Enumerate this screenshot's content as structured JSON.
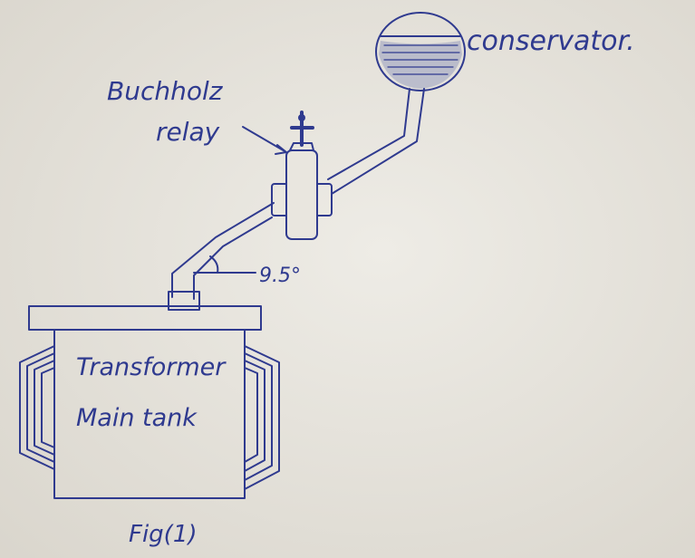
{
  "labels": {
    "conservator": "conservator.",
    "buchholz_line1": "Buchholz",
    "buchholz_line2": "relay",
    "angle": "9.5°",
    "tank_line1": "Transformer",
    "tank_line2": "Main tank",
    "figure": "Fig(1)"
  },
  "colors": {
    "ink": "#2f3a8f",
    "paper": "#e6e3dc",
    "oil": "#3a4a9a"
  },
  "icons": {
    "relay_top": "plus-cross-icon"
  }
}
